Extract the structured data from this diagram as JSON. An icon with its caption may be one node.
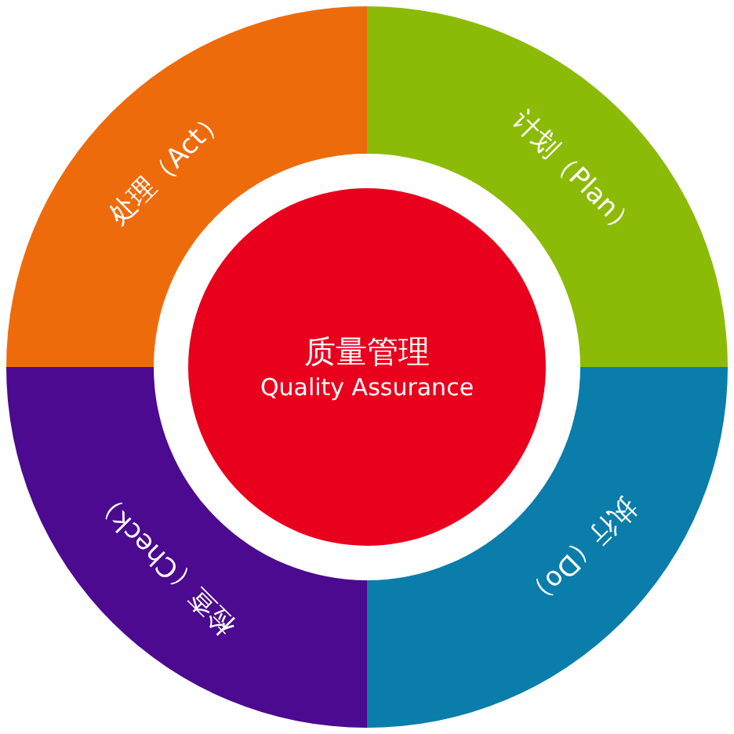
{
  "diagram": {
    "nodes": [
      {
        "text": [
          "处理（Act）"
        ]
      },
      {
        "text": [
          "计划（Plan）"
        ]
      },
      {
        "text": [
          "质量管理",
          "Quality Assurance"
        ]
      },
      {
        "text": [
          "检查（Check）"
        ]
      },
      {
        "text": [
          "执行（Do）"
        ]
      }
    ]
  }
}
